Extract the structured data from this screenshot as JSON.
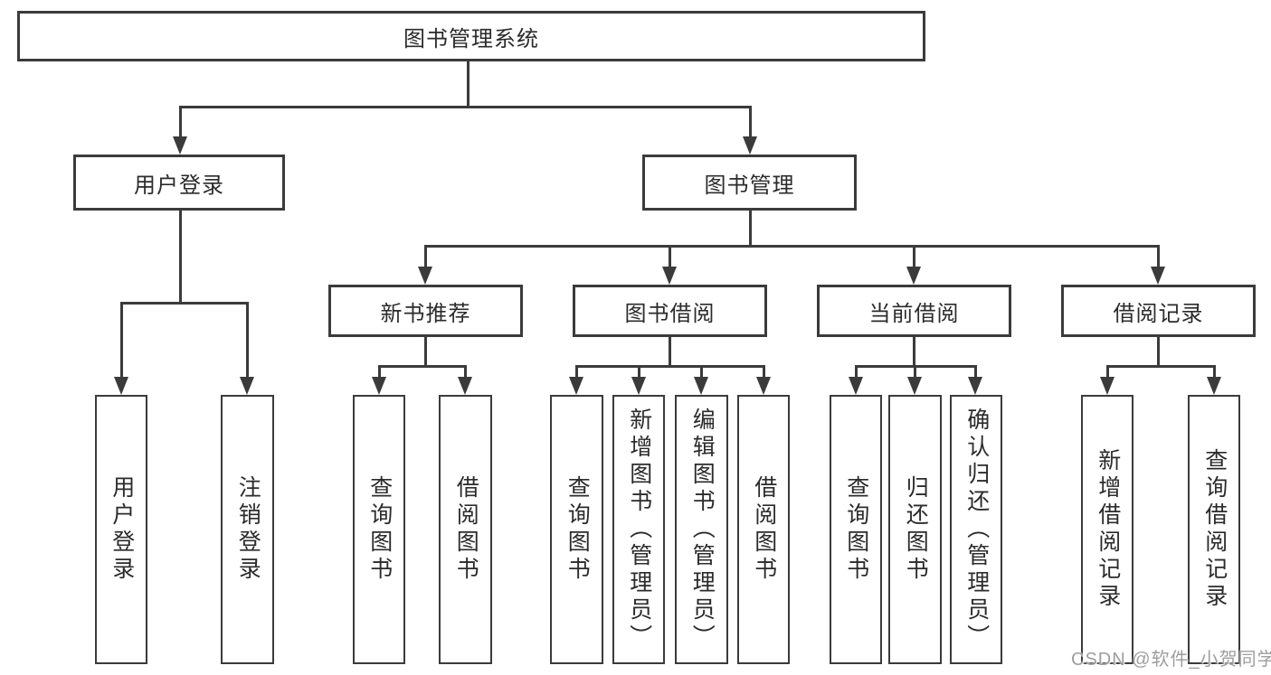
{
  "diagram_type": "tree",
  "tree": {
    "root": {
      "label": "图书管理系统",
      "children": [
        {
          "label": "用户登录",
          "children": [
            {
              "label": "用户登录"
            },
            {
              "label": "注销登录"
            }
          ]
        },
        {
          "label": "图书管理",
          "children": [
            {
              "label": "新书推荐",
              "children": [
                {
                  "label": "查询图书"
                },
                {
                  "label": "借阅图书"
                }
              ]
            },
            {
              "label": "图书借阅",
              "children": [
                {
                  "label": "查询图书"
                },
                {
                  "label": "新增图书（管理员）"
                },
                {
                  "label": "编辑图书（管理员）"
                },
                {
                  "label": "借阅图书"
                }
              ]
            },
            {
              "label": "当前借阅",
              "children": [
                {
                  "label": "查询图书"
                },
                {
                  "label": "归还图书"
                },
                {
                  "label": "确认归还（管理员）"
                }
              ]
            },
            {
              "label": "借阅记录",
              "children": [
                {
                  "label": "新增借阅记录"
                },
                {
                  "label": "查询借阅记录"
                }
              ]
            }
          ]
        }
      ]
    }
  },
  "watermark": {
    "text": "CSDN @软件_小贺同学"
  },
  "colors": {
    "line": "#3b3b3b",
    "box_border": "#3b3b3b",
    "text": "#2b2b2b",
    "watermark_text": "#9e9e9e",
    "background": "#ffffff"
  }
}
